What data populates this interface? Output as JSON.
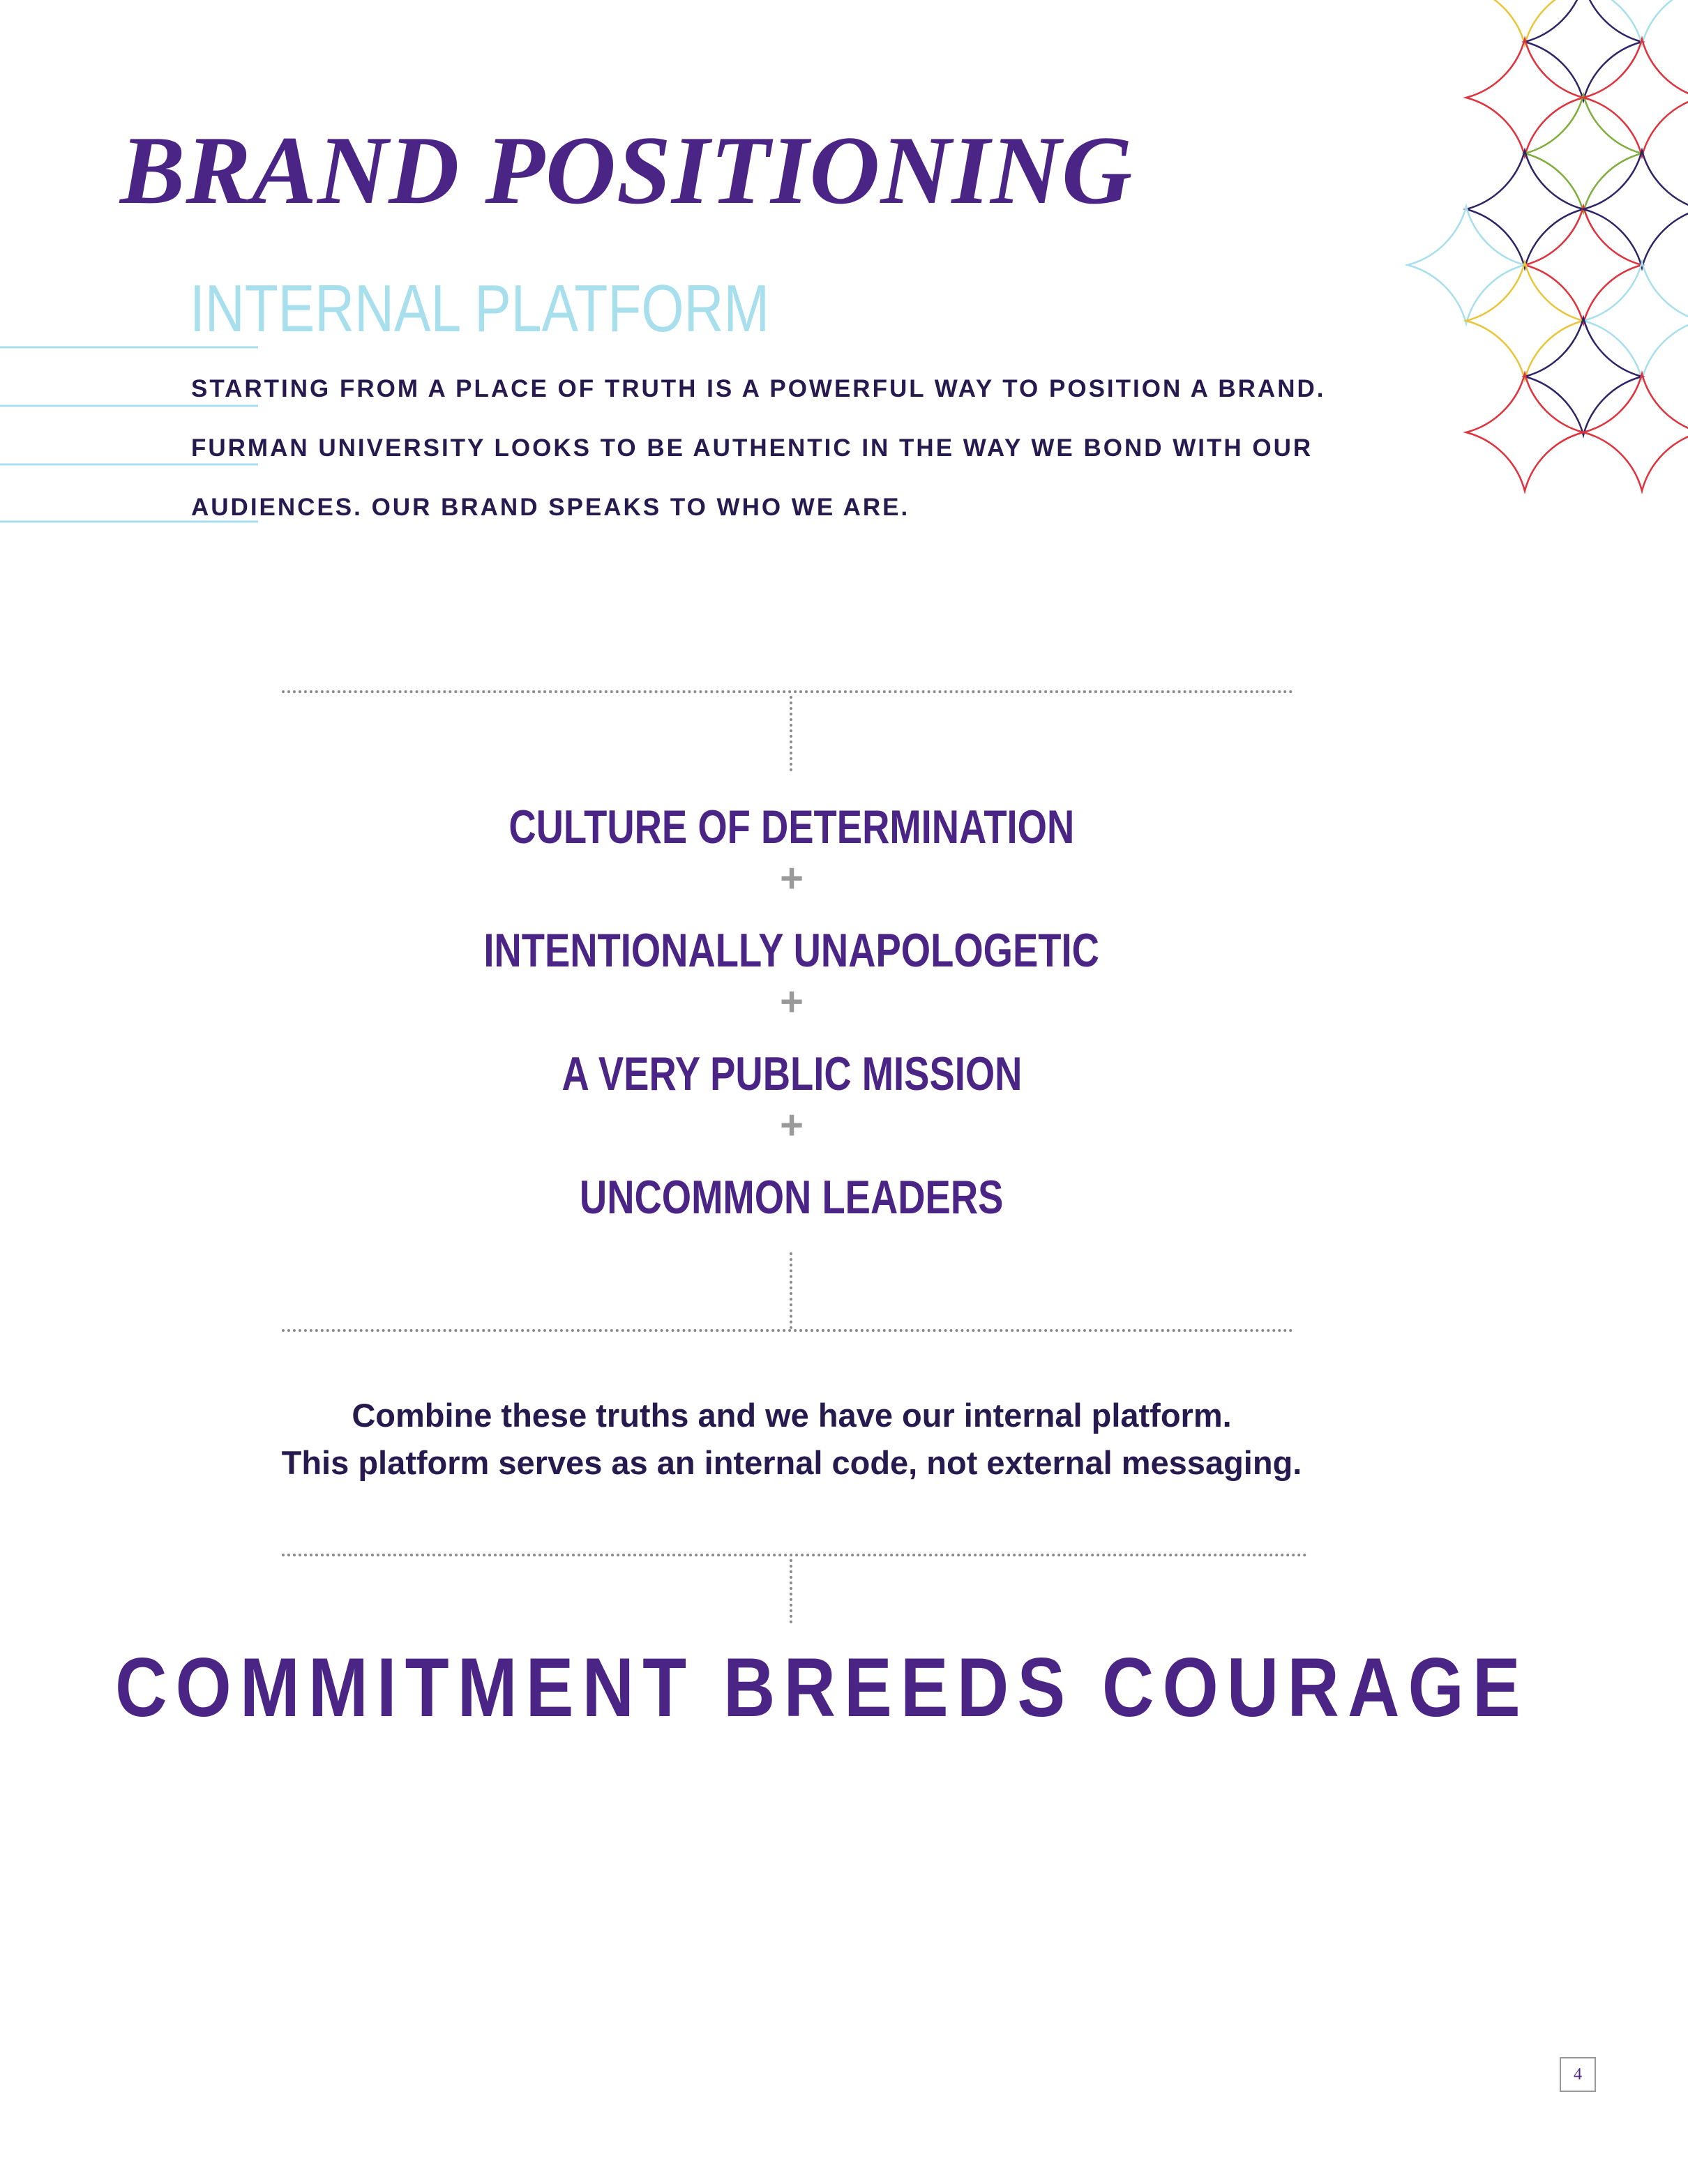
{
  "page": {
    "title": "BRAND POSITIONING",
    "subtitle": "INTERNAL PLATFORM",
    "intro_lines": [
      "STARTING FROM A PLACE OF TRUTH IS A POWERFUL WAY TO POSITION A BRAND.",
      "FURMAN UNIVERSITY LOOKS TO BE AUTHENTIC IN THE WAY WE BOND WITH OUR",
      "AUDIENCES. OUR BRAND SPEAKS TO WHO WE ARE."
    ],
    "truths": [
      "CULTURE OF DETERMINATION",
      "INTENTIONALLY UNAPOLOGETIC",
      "A VERY PUBLIC MISSION",
      "UNCOMMON LEADERS"
    ],
    "plus": "+",
    "note_lines": [
      "Combine these truths and we have our internal platform.",
      "This platform serves as an internal code, not external messaging."
    ],
    "tagline": "COMMITMENT BREEDS COURAGE",
    "page_number": "4"
  },
  "colors": {
    "primary_purple": "#4b2586",
    "light_blue": "#a7dfec",
    "dark_text": "#261a4e",
    "pattern_red": "#e0323c",
    "pattern_navy": "#2e2466",
    "pattern_yellow": "#e9c53a",
    "pattern_green": "#7fae3c",
    "pattern_blue": "#a7dfec"
  }
}
